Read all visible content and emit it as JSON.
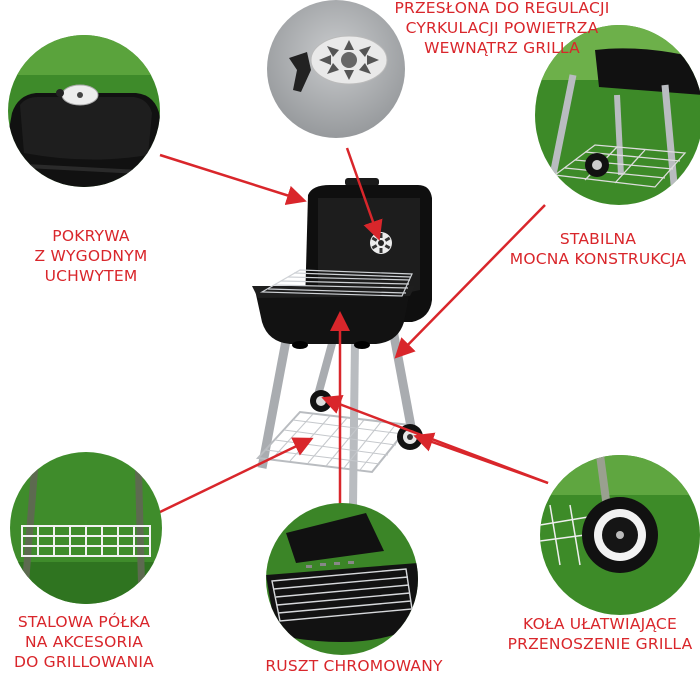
{
  "labels": {
    "vent": [
      "PRZESŁONA DO REGULACJI",
      "CYRKULACJI POWIETRZA",
      "WEWNĄTRZ GRILLA"
    ],
    "lid": [
      "POKRYWA",
      "Z WYGODNYM",
      "UCHWYTEM"
    ],
    "stable": [
      "STABILNA",
      "MOCNA KONSTRUKCJA"
    ],
    "shelf": [
      "STALOWA PÓŁKA",
      "NA AKCESORIA",
      "DO GRILLOWANIA"
    ],
    "grate": [
      "RUSZT CHROMOWANY"
    ],
    "wheels": [
      "KOŁA UŁATWIAJĄCE",
      "PRZENOSZENIE GRILLA"
    ]
  },
  "colors": {
    "accent": "#d9262b",
    "grill_black": "#111111",
    "leg_silver": "#b9bcc0",
    "grass": "#3f8a2a"
  }
}
